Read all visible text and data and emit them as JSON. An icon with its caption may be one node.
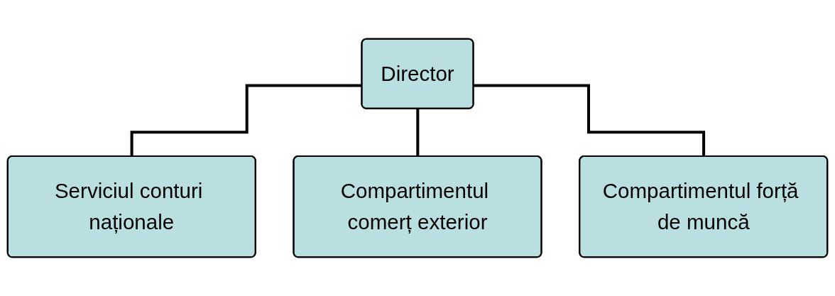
{
  "diagram": {
    "nodes": [
      {
        "text": [
          "Director"
        ]
      },
      {
        "text": [
          "Serviciul conturi naționale"
        ]
      },
      {
        "text": [
          "Compartimentul comerț exterior"
        ]
      },
      {
        "text": [
          "Compartimentul forță de muncă"
        ]
      }
    ],
    "edges": [
      {
        "from": 0,
        "to": 1,
        "arrow": "none"
      },
      {
        "from": 0,
        "to": 2,
        "arrow": "none"
      },
      {
        "from": 0,
        "to": 3,
        "arrow": "none"
      }
    ]
  }
}
